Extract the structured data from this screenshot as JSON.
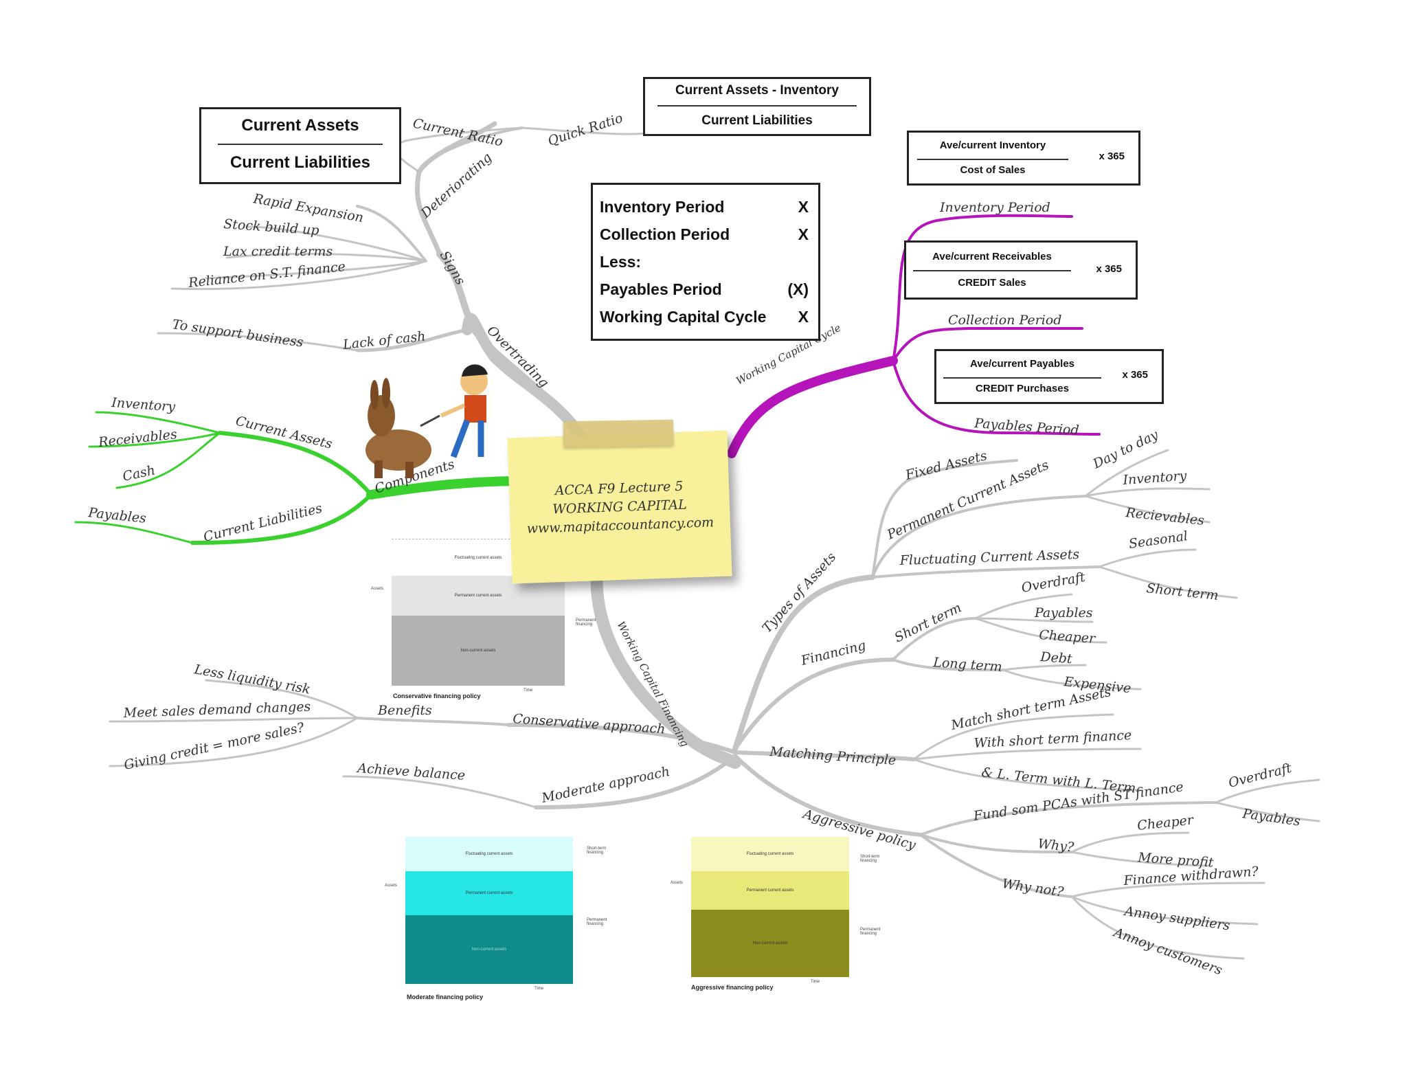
{
  "center": {
    "line1": "ACCA F9 Lecture 5",
    "line2": "WORKING CAPITAL",
    "line3": "www.mapitaccountancy.com"
  },
  "colors": {
    "grey_branch": "#c4c4c4",
    "green_branch": "#3ad12f",
    "purple_branch": "#b414b9",
    "note_yellow": "#f8f09a"
  },
  "current_ratio_box": {
    "numerator": "Current Assets",
    "denominator": "Current Liabilities"
  },
  "quick_ratio_box": {
    "numerator": "Current Assets - Inventory",
    "denominator": "Current Liabilities"
  },
  "wc_cycle_box": {
    "rows": [
      {
        "label": "Inventory Period",
        "value": "X"
      },
      {
        "label": "Collection Period",
        "value": "X"
      },
      {
        "label": "Less:",
        "value": ""
      },
      {
        "label": "Payables Period",
        "value": "(X)"
      },
      {
        "label": "Working Capital Cycle",
        "value": "X"
      }
    ]
  },
  "inventory_formula": {
    "numerator": "Ave/current Inventory",
    "denominator": "Cost of Sales",
    "multiplier": "x 365"
  },
  "receivables_formula": {
    "numerator": "Ave/current Receivables",
    "denominator": "CREDIT Sales",
    "multiplier": "x 365"
  },
  "payables_formula": {
    "numerator": "Ave/current Payables",
    "denominator": "CREDIT Purchases",
    "multiplier": "x 365"
  },
  "branches": {
    "overtrading": {
      "label": "Overtrading",
      "signs": "Signs",
      "deteriorating": "Deteriorating",
      "current_ratio": "Current Ratio",
      "quick_ratio": "Quick Ratio",
      "rapid_expansion": "Rapid Expansion",
      "stock_build_up": "Stock build up",
      "lax_credit_terms": "Lax credit terms",
      "reliance_st_finance": "Reliance on S.T. finance",
      "lack_of_cash": "Lack of cash",
      "to_support_business": "To support business"
    },
    "components": {
      "label": "Components",
      "current_assets": "Current Assets",
      "inventory": "Inventory",
      "receivables": "Receivables",
      "cash": "Cash",
      "current_liabilities": "Current Liabilities",
      "payables": "Payables"
    },
    "wc_cycle": {
      "label": "Working Capital Cycle",
      "inventory_period": "Inventory Period",
      "collection_period": "Collection Period",
      "payables_period": "Payables Period"
    },
    "wc_financing": {
      "label": "Working Capital Financing",
      "types_of_assets": "Types of Assets",
      "fixed_assets": "Fixed Assets",
      "permanent_current_assets": "Permanent Current Assets",
      "day_to_day": "Day to day",
      "inventory": "Inventory",
      "receivables": "Recievables",
      "fluctuating_current_assets": "Fluctuating Current Assets",
      "seasonal": "Seasonal",
      "short_term_fca": "Short term",
      "financing": "Financing",
      "short_term": "Short term",
      "overdraft": "Overdraft",
      "payables": "Payables",
      "cheaper": "Cheaper",
      "long_term": "Long term",
      "debt": "Debt",
      "expensive": "Expensive",
      "matching_principle": "Matching Principle",
      "match_short_term_assets": "Match short term Assets",
      "with_short_term_finance": "With short term finance",
      "lt_with_lt": "& L. Term with L. Term",
      "aggressive_policy": "Aggressive policy",
      "fund_some_pcas": "Fund som PCAs with ST finance",
      "agg_overdraft": "Overdraft",
      "agg_payables": "Payables",
      "why": "Why?",
      "why_cheaper": "Cheaper",
      "more_profit": "More profit",
      "why_not": "Why not?",
      "finance_withdrawn": "Finance withdrawn?",
      "annoy_suppliers": "Annoy suppliers",
      "annoy_customers": "Annoy customers",
      "conservative_approach": "Conservative approach",
      "benefits": "Benefits",
      "less_liquidity_risk": "Less liquidity risk",
      "meet_sales_demand": "Meet sales demand changes",
      "giving_credit": "Giving credit = more sales?",
      "moderate_approach": "Moderate approach",
      "achieve_balance": "Achieve balance"
    }
  },
  "mini_charts": {
    "conservative": {
      "title": "Conservative financing policy",
      "bands": [
        "Fluctuating current assets",
        "Permanent current assets",
        "Non-current assets"
      ],
      "side_label": "Permanent financing",
      "y_label": "Assets",
      "x_label": "Time",
      "colors": [
        "#ffffff",
        "#e4e4e4",
        "#b2b2b2"
      ]
    },
    "moderate": {
      "title": "Moderate financing policy",
      "bands": [
        "Fluctuating current assets",
        "Permanent current assets",
        "Non-current assets"
      ],
      "side_labels": [
        "Short-term financing",
        "Permanent financing"
      ],
      "y_label": "Assets",
      "x_label": "Time",
      "colors": [
        "#d8fbfb",
        "#26e5e5",
        "#0f8b8b"
      ]
    },
    "aggressive": {
      "title": "Aggressive financing policy",
      "bands": [
        "Fluctuating current assets",
        "Permanent current assets",
        "Non-current assets"
      ],
      "side_labels": [
        "Short-term financing",
        "Permanent financing"
      ],
      "y_label": "Assets",
      "x_label": "Time",
      "colors": [
        "#f7f7c0",
        "#e9e97a",
        "#8c8c1e"
      ]
    }
  }
}
